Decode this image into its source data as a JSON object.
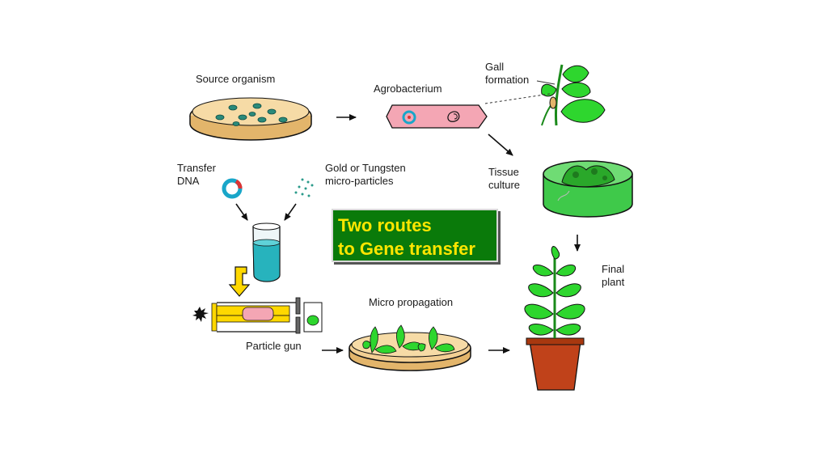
{
  "title": {
    "line1": "Two routes",
    "line2": "to Gene transfer"
  },
  "labels": {
    "source_organism": "Source organism",
    "agrobacterium": "Agrobacterium",
    "gall_line1": "Gall",
    "gall_line2": "formation",
    "transfer_line1": "Transfer",
    "transfer_line2": "DNA",
    "gold_line1": "Gold or Tungsten",
    "gold_line2": "micro-particles",
    "tissue_line1": "Tissue",
    "tissue_line2": "culture",
    "final_line1": "Final",
    "final_line2": "plant",
    "micro_propagation": "Micro propagation",
    "particle_gun": "Particle gun"
  },
  "colors": {
    "title_bg": "#0a7a0a",
    "title_text": "#ffe600",
    "dish": "#f2cf93",
    "leaf": "#2ed62e",
    "colony": "#2a8a7a",
    "bacterium": "#f4a6b4",
    "culture_liquid": "#3fc94a",
    "beaker_liquid": "#27b3bd",
    "pot": "#c0421a",
    "arrow_yellow": "#ffd800"
  }
}
